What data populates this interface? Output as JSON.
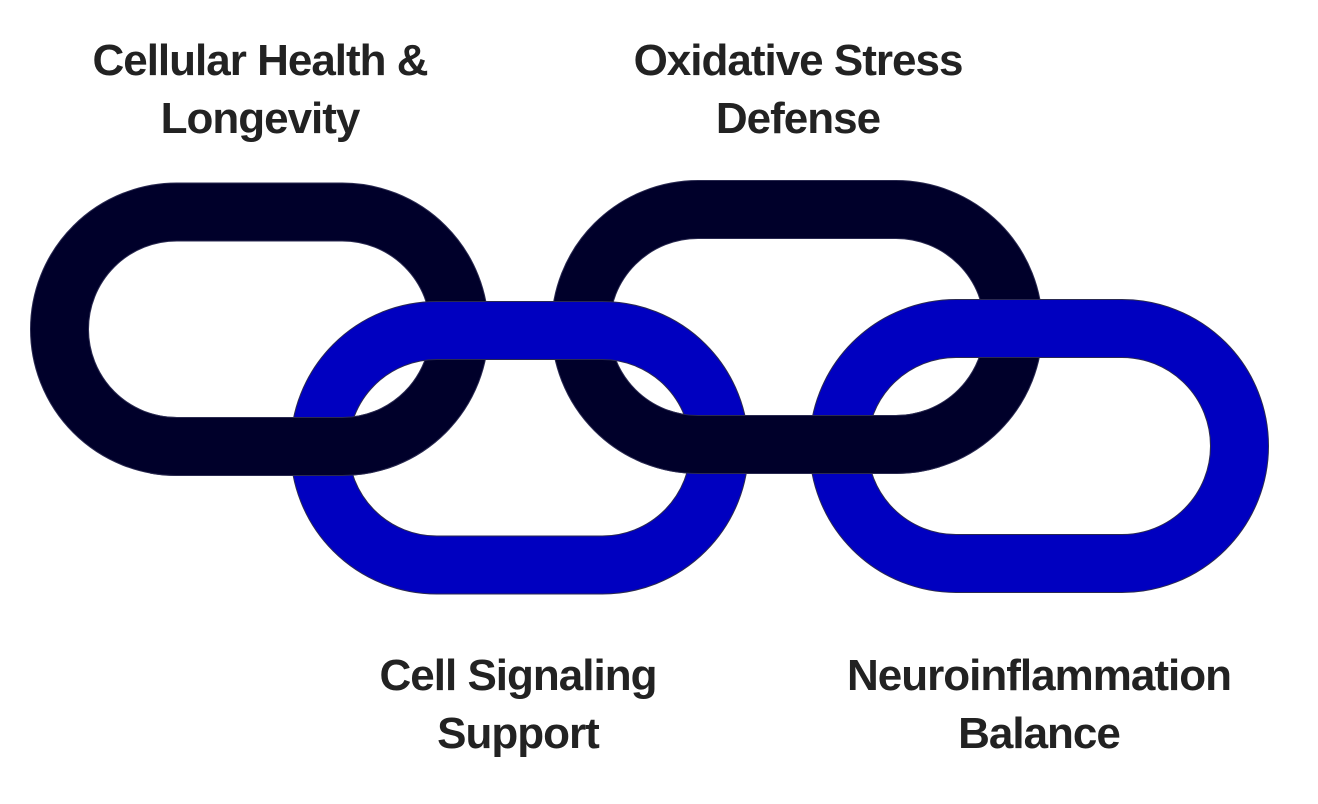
{
  "colors": {
    "dark_link": "#00002a",
    "blue_link": "#0000c0",
    "outline": "#2a2a50",
    "text": "#222222"
  },
  "links": [
    {
      "label_lines": [
        "Cellular Health &",
        "Longevity"
      ],
      "tone": "dark"
    },
    {
      "label_lines": [
        "Cell Signaling",
        "Support"
      ],
      "tone": "blue"
    },
    {
      "label_lines": [
        "Oxidative Stress",
        "Defense"
      ],
      "tone": "dark"
    },
    {
      "label_lines": [
        "Neuroinflammation",
        "Balance"
      ],
      "tone": "blue"
    }
  ]
}
